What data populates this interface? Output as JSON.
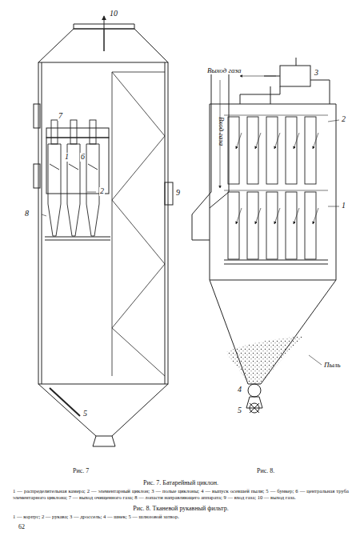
{
  "diagram": {
    "labels": [
      "10",
      "7",
      "9",
      "8",
      "1",
      "6",
      "2",
      "5",
      "Выход газа",
      "3",
      "Вход газа",
      "2",
      "1",
      "Пыль",
      "4",
      "5",
      "Рис. 7",
      "Рис. 8.",
      "Рис. 7. Батарейный циклон.",
      "1 — распределительная камера; 2 — элементарный циклон; 3 — полые циклоны; 4 — выпуск осевшей пыли; 5 — бункер; 6 — центральная труба элементарного циклона; 7 — выход очищенного газа; 8 — лопасти направляющего аппарата; 9 — вход газа; 10 — выход газа.",
      "Рис. 8. Тканевой рукавный фильтр.",
      "1 — корпус; 2 — рукава; 3 — дроссель; 4 — шнек; 5 — шлюзовой затвор.",
      "62"
    ]
  }
}
